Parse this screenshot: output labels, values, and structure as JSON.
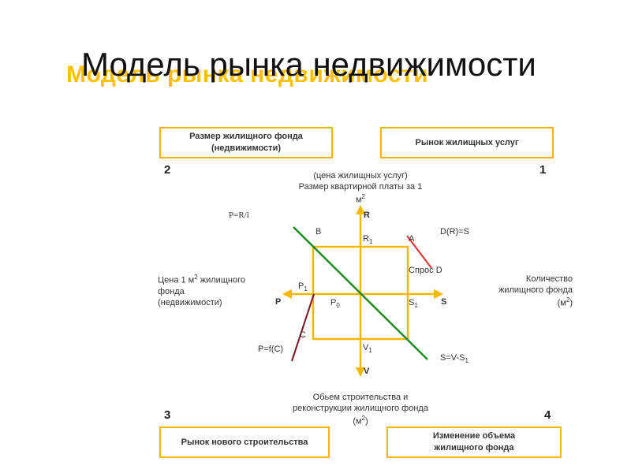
{
  "title": "Модель рынка недвижимости",
  "title_shadow": "Модель рынка недвижимости",
  "boxes": {
    "q2": "Размер жилищного фонда\n(недвижимости)",
    "q1": "Рынок жилищных услуг",
    "q3": "Рынок нового строительства",
    "q4": "Изменение объема\nжилищного фонда"
  },
  "quadrants": {
    "q1": "1",
    "q2": "2",
    "q3": "3",
    "q4": "4"
  },
  "axes": {
    "top_line1": "(цена жилищных услуг)",
    "top_line2": "Размер квартирной платы за 1",
    "top_line3": "м",
    "top_sup": "2",
    "top_letter": "R",
    "left_line1a": "Цена 1 м",
    "left_sup": "2",
    "left_line1b": " жилищного",
    "left_line2": "фонда",
    "left_line3": "(недвижимости)",
    "left_letter": "P",
    "right_line1": "Количество",
    "right_line2": "жилищного фонда",
    "right_line3a": "(м",
    "right_sup": "2",
    "right_line3b": ")",
    "right_letter": "S",
    "bottom_line1": "Обьем строительства и",
    "bottom_line2": "реконструкции жилищного фонда",
    "bottom_line3a": "(м",
    "bottom_sup": "2",
    "bottom_line3b": ")",
    "bottom_letter": "V"
  },
  "labels": {
    "p_ratio": "P=R/i",
    "b": "B",
    "a": "A",
    "c": "C",
    "r1": "R",
    "r1_sub": "1",
    "p1": "P",
    "p1_sub": "1",
    "p0": "P",
    "p0_sub": "0",
    "s1": "S",
    "s1_sub": "1",
    "v1": "V",
    "v1_sub": "1",
    "demand_eq": "D(R)=S",
    "demand": "Спрос D",
    "supply_eq": "P=f(C)",
    "stock_eq_a": "S=V-S",
    "stock_eq_sub": "1"
  },
  "colors": {
    "accent": "#F5B800",
    "title_shadow": "#FFC000",
    "demand_line": "#E03030",
    "green_line": "#1E8C1E",
    "dark_red_line": "#7A1020"
  }
}
